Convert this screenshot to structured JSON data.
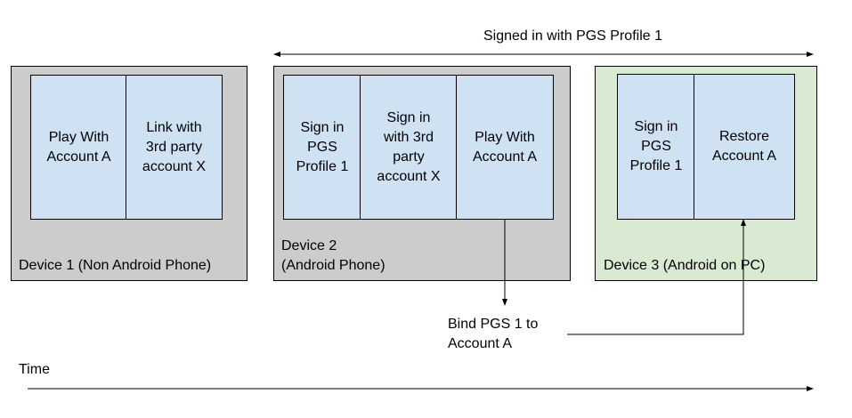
{
  "colors": {
    "device_gray": "#cccccc",
    "device_green": "#d9ead3",
    "step_blue": "#cfe2f3",
    "line": "#000000"
  },
  "signed_in_label": "Signed in with PGS Profile 1",
  "time_label": "Time",
  "bind_label": "Bind PGS 1 to\nAccount A",
  "devices": [
    {
      "label": "Device 1 (Non Android Phone)",
      "steps": [
        "Play With\nAccount A",
        "Link with\n3rd party\naccount X"
      ]
    },
    {
      "label": "Device 2\n(Android Phone)",
      "steps": [
        "Sign in\nPGS\nProfile 1",
        "Sign in\nwith 3rd\nparty\naccount X",
        "Play With\nAccount A"
      ]
    },
    {
      "label": "Device 3 (Android on PC)",
      "steps": [
        "Sign in\nPGS\nProfile 1",
        "Restore\nAccount A"
      ]
    }
  ]
}
